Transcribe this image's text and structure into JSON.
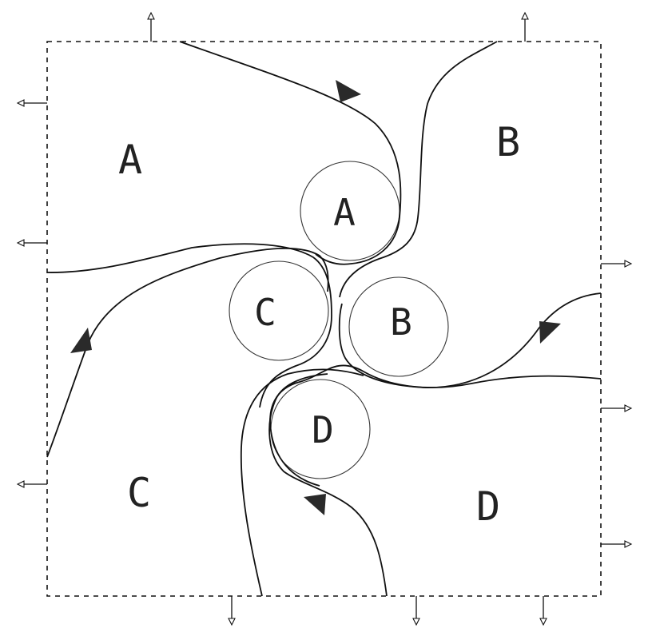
{
  "diagram": {
    "region_labels": {
      "top_left": "A",
      "top_right": "B",
      "bottom_left": "C",
      "bottom_right": "D"
    },
    "cylinder_labels": {
      "upper": "A",
      "right": "B",
      "left": "C",
      "lower": "D"
    }
  }
}
